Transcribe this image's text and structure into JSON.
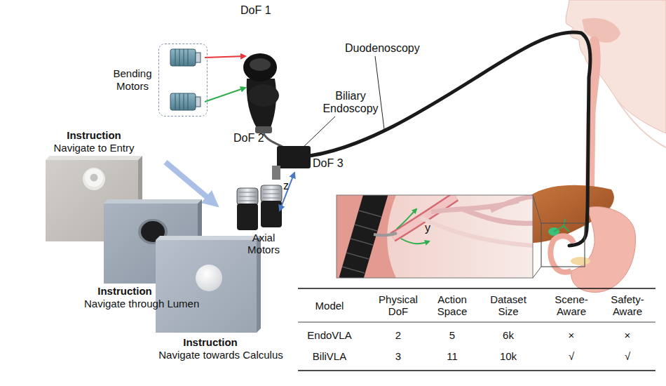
{
  "diagram": {
    "nodes": [
      {
        "text": [
          "Instruction",
          "Navigate to Entry"
        ]
      },
      {
        "text": [
          "Instruction",
          "Navigate through Lumen"
        ]
      },
      {
        "text": [
          "Instruction",
          "Navigate towards Calculus"
        ]
      },
      {
        "text": [
          "Bending Motors"
        ]
      }
    ],
    "labels": [
      "DoF 1",
      "DoF 2",
      "Biliary Endoscopy",
      "Duodenoscopy",
      "DoF 3",
      "z",
      "Axial Motors",
      "y",
      "Model",
      "Physical DoF",
      "Action Space",
      "Dataset Size",
      "Scene-Aware",
      "Safety-Aware",
      "EndoVLA",
      "2",
      "5",
      "6k",
      "×",
      "×",
      "BiliVLA",
      "3",
      "11",
      "10k",
      "√",
      "√"
    ]
  }
}
